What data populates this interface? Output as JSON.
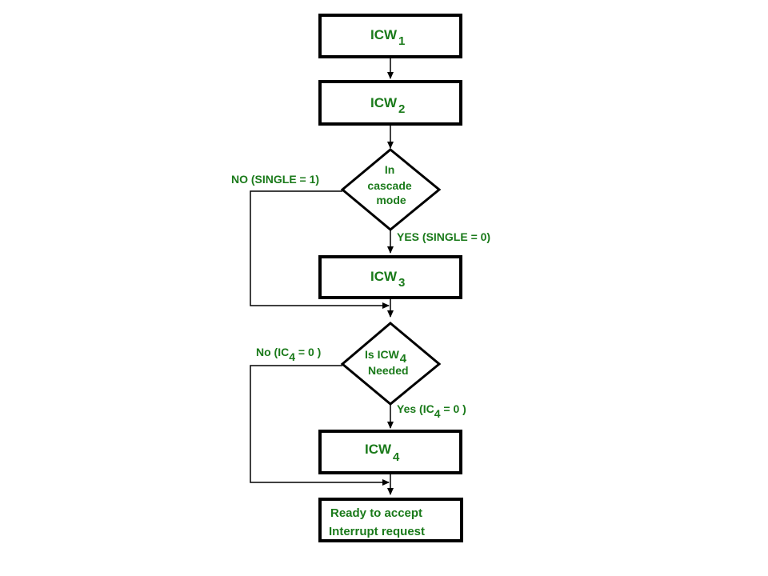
{
  "colors": {
    "text": "#1a7a1a",
    "stroke": "#000000",
    "background": "#ffffff"
  },
  "nodes": {
    "icw1": {
      "text": "ICW",
      "sub": "1"
    },
    "icw2": {
      "text": "ICW",
      "sub": "2"
    },
    "cascade": {
      "lines": [
        "In",
        "cascade",
        "mode"
      ]
    },
    "icw3": {
      "text": "ICW",
      "sub": "3"
    },
    "icw4_needed": {
      "line1": "Is ICW",
      "line1_sub": "4",
      "line2": "Needed"
    },
    "icw4": {
      "text": "ICW",
      "sub": "4"
    },
    "ready": {
      "lines": [
        "Ready to accept",
        "Interrupt request"
      ]
    }
  },
  "edges": {
    "cascade_no": "NO (SINGLE = 1)",
    "cascade_yes": "YES (SINGLE = 0)",
    "icw4_no": {
      "pre": "No (IC",
      "sub": "4",
      "post": " = 0 )"
    },
    "icw4_yes": {
      "pre": "Yes  (IC",
      "sub": "4",
      "post": " = 0 )"
    }
  }
}
